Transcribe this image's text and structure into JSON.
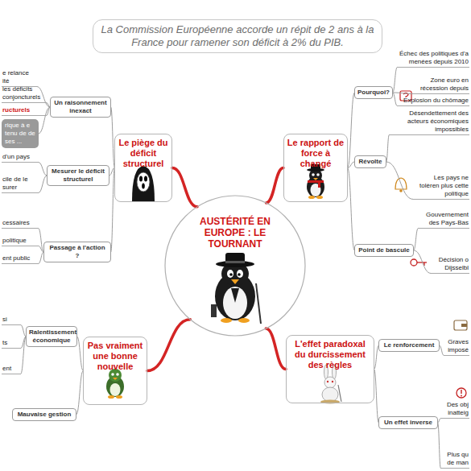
{
  "diagram": {
    "title": "La Commission Européenne accorde un répit de 2 ans à la France pour ramener son déficit à 2% du PIB.",
    "nodes": [
      {
        "text": [
          "AUSTÉRITÉ EN EUROPE : LE TOURNANT"
        ]
      },
      {
        "text": [
          "Le piège du déficit structurel"
        ]
      },
      {
        "text": [
          "Un raisonnement inexact"
        ]
      },
      {
        "text": [
          "e relance ité"
        ]
      },
      {
        "text": [
          "les déficits conjoncturels"
        ]
      },
      {
        "text": [
          "ructurels"
        ]
      },
      {
        "text": [
          "rique à e tenu de de ses ..."
        ]
      },
      {
        "text": [
          "Mesurer le déficit structurel"
        ]
      },
      {
        "text": [
          "d'un pays"
        ]
      },
      {
        "text": [
          "cile de le surer"
        ]
      },
      {
        "text": [
          "Passage à l'action ?"
        ]
      },
      {
        "text": [
          "cessaires"
        ]
      },
      {
        "text": [
          "politique"
        ]
      },
      {
        "text": [
          "ent public"
        ]
      },
      {
        "text": [
          "Le rapport de force à changé"
        ]
      },
      {
        "text": [
          "Pourquoi?"
        ]
      },
      {
        "text": [
          "Échec des politiques d'a menées depuis 2010"
        ]
      },
      {
        "text": [
          "Zone euro en récession depuis"
        ]
      },
      {
        "text": [
          "Explosion du chômage"
        ]
      },
      {
        "text": [
          "Révolte"
        ]
      },
      {
        "text": [
          "Désendettement des acteurs économiques impossibles"
        ]
      },
      {
        "text": [
          "Les pays ne tolèren plus cette politique"
        ]
      },
      {
        "text": [
          "Point de bascule"
        ]
      },
      {
        "text": [
          "Gouvernement des Pays-Bas"
        ]
      },
      {
        "text": [
          "Décision o Dijsselbl"
        ]
      },
      {
        "text": [
          "Pas vraiment une bonne nouvelle"
        ]
      },
      {
        "text": [
          "Ralentissement économique"
        ]
      },
      {
        "text": [
          "si"
        ]
      },
      {
        "text": [
          "ts"
        ]
      },
      {
        "text": [
          "ent"
        ]
      },
      {
        "text": [
          "Mauvaise gestion"
        ]
      },
      {
        "text": [
          "L'effet paradoxal du durcissement des règles"
        ]
      },
      {
        "text": [
          "Le renforcement"
        ]
      },
      {
        "text": [
          "Graves imposé"
        ]
      },
      {
        "text": [
          "Un effet inverse"
        ]
      },
      {
        "text": [
          "Des obj inatteig"
        ]
      },
      {
        "text": [
          "Plus qu de man"
        ]
      }
    ],
    "edges": [
      {
        "from": 0,
        "to": 1,
        "arrow": "none"
      },
      {
        "from": 0,
        "to": 14,
        "arrow": "none"
      },
      {
        "from": 0,
        "to": 25,
        "arrow": "none"
      },
      {
        "from": 0,
        "to": 31,
        "arrow": "none"
      },
      {
        "from": 1,
        "to": 2,
        "arrow": "none"
      },
      {
        "from": 1,
        "to": 7,
        "arrow": "none"
      },
      {
        "from": 1,
        "to": 10,
        "arrow": "none"
      },
      {
        "from": 2,
        "to": 3,
        "arrow": "none"
      },
      {
        "from": 2,
        "to": 4,
        "arrow": "none"
      },
      {
        "from": 2,
        "to": 5,
        "arrow": "none"
      },
      {
        "from": 2,
        "to": 6,
        "arrow": "none"
      },
      {
        "from": 7,
        "to": 8,
        "arrow": "none"
      },
      {
        "from": 7,
        "to": 9,
        "arrow": "none"
      },
      {
        "from": 10,
        "to": 11,
        "arrow": "none"
      },
      {
        "from": 10,
        "to": 12,
        "arrow": "none"
      },
      {
        "from": 10,
        "to": 13,
        "arrow": "none"
      },
      {
        "from": 14,
        "to": 15,
        "arrow": "none"
      },
      {
        "from": 14,
        "to": 19,
        "arrow": "none"
      },
      {
        "from": 14,
        "to": 22,
        "arrow": "none"
      },
      {
        "from": 15,
        "to": 16,
        "arrow": "none"
      },
      {
        "from": 15,
        "to": 17,
        "arrow": "none"
      },
      {
        "from": 15,
        "to": 18,
        "arrow": "none"
      },
      {
        "from": 19,
        "to": 20,
        "arrow": "none"
      },
      {
        "from": 19,
        "to": 21,
        "arrow": "none"
      },
      {
        "from": 22,
        "to": 23,
        "arrow": "none"
      },
      {
        "from": 22,
        "to": 24,
        "arrow": "none"
      },
      {
        "from": 25,
        "to": 26,
        "arrow": "none"
      },
      {
        "from": 25,
        "to": 30,
        "arrow": "none"
      },
      {
        "from": 26,
        "to": 27,
        "arrow": "none"
      },
      {
        "from": 26,
        "to": 28,
        "arrow": "none"
      },
      {
        "from": 26,
        "to": 29,
        "arrow": "none"
      },
      {
        "from": 31,
        "to": 32,
        "arrow": "none"
      },
      {
        "from": 31,
        "to": 34,
        "arrow": "none"
      },
      {
        "from": 32,
        "to": 33,
        "arrow": "none"
      },
      {
        "from": 34,
        "to": 35,
        "arrow": "none"
      },
      {
        "from": 34,
        "to": 36,
        "arrow": "none"
      }
    ]
  }
}
